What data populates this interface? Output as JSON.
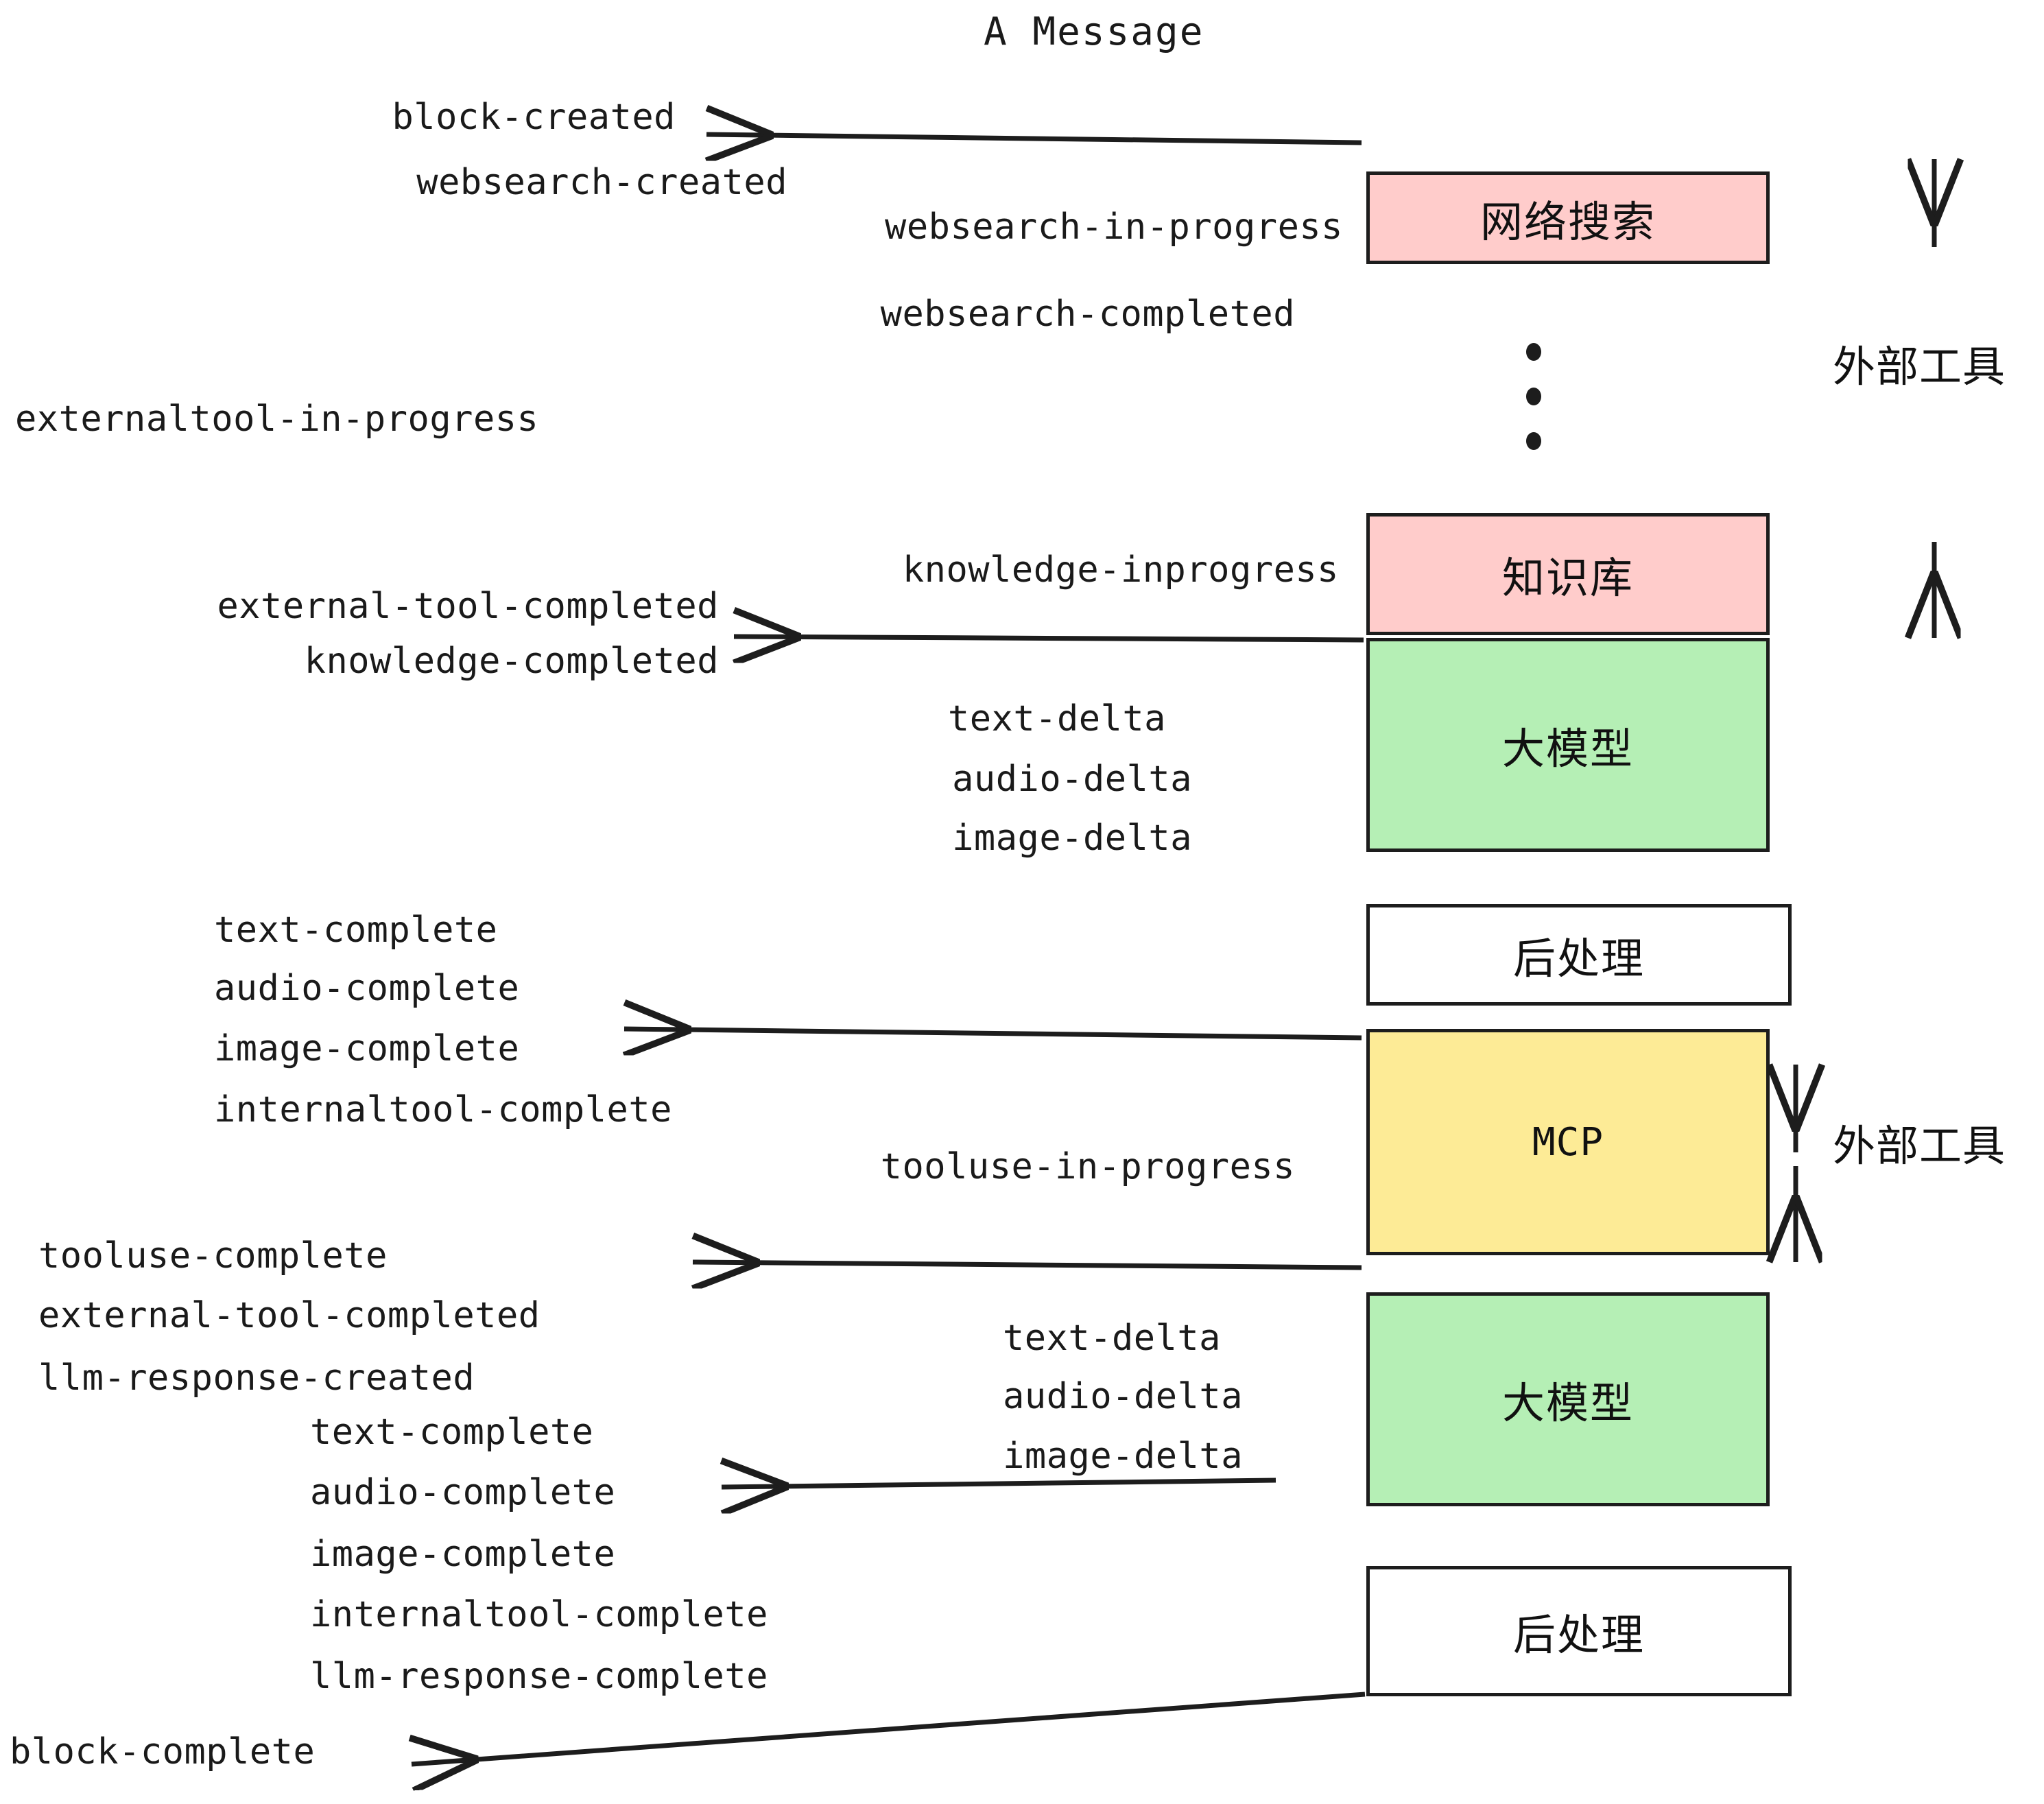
{
  "title": "A Message",
  "colors": {
    "pink": "#FFCCCB",
    "green": "#B5EFB5",
    "yellow": "#FDEB96",
    "white": "#FFFFFF",
    "stroke": "#1D1D1D",
    "text": "#1A1A1A",
    "background": "#FFFFFF"
  },
  "boxes": {
    "websearch": "网络搜索",
    "knowledge": "知识库",
    "llm_first": "大模型",
    "postprocess_first": "后处理",
    "mcp": "MCP",
    "llm_second": "大模型",
    "postprocess_second": "后处理"
  },
  "side_labels": {
    "external_tool_top": "外部工具",
    "external_tool_bottom": "外部工具"
  },
  "events": {
    "block_created": "block-created",
    "websearch_created": "websearch-created",
    "websearch_in_progress": "websearch-in-progress",
    "websearch_completed": "websearch-completed",
    "externaltool_in_progress": "externaltool-in-progress",
    "knowledge_inprogress": "knowledge-inprogress",
    "external_tool_completed_1": "external-tool-completed",
    "knowledge_completed": "knowledge-completed",
    "text_delta_1": "text-delta",
    "audio_delta_1": "audio-delta",
    "image_delta_1": "image-delta",
    "text_complete_1": "text-complete",
    "audio_complete_1": "audio-complete",
    "image_complete_1": "image-complete",
    "internaltool_complete_1": "internaltool-complete",
    "tooluse_in_progress": "tooluse-in-progress",
    "tooluse_complete": "tooluse-complete",
    "external_tool_completed_2": "external-tool-completed",
    "llm_response_created": "llm-response-created",
    "text_delta_2": "text-delta",
    "audio_delta_2": "audio-delta",
    "image_delta_2": "image-delta",
    "text_complete_2": "text-complete",
    "audio_complete_2": "audio-complete",
    "image_complete_2": "image-complete",
    "internaltool_complete_2": "internaltool-complete",
    "llm_response_complete": "llm-response-complete",
    "block_complete": "block-complete"
  }
}
